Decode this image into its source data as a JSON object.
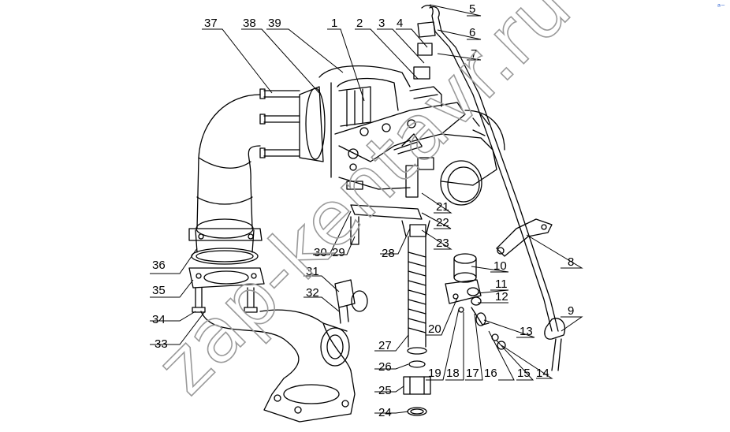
{
  "diagram": {
    "watermark": "zap-kentavr.ru",
    "corner_mark": "ᵃ⁻",
    "callouts": [
      "1",
      "2",
      "3",
      "4",
      "5",
      "6",
      "7",
      "8",
      "9",
      "10",
      "11",
      "12",
      "13",
      "14",
      "15",
      "16",
      "17",
      "18",
      "19",
      "20",
      "21",
      "22",
      "23",
      "24",
      "25",
      "26",
      "27",
      "28",
      "29",
      "30",
      "31",
      "32",
      "33",
      "34",
      "35",
      "36",
      "37",
      "38",
      "39"
    ]
  }
}
